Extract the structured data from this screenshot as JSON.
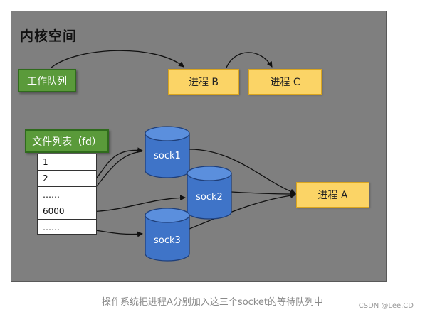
{
  "title": "内核空间",
  "work_queue": "工作队列",
  "processes": {
    "b": "进程 B",
    "c": "进程 C",
    "a": "进程 A"
  },
  "fd_list": {
    "header": "文件列表（fd）",
    "rows": [
      "1",
      "2",
      "……",
      "6000",
      "……"
    ]
  },
  "sockets": [
    "sock1",
    "sock2",
    "sock3"
  ],
  "caption": "操作系统把进程A分别加入这三个socket的等待队列中",
  "credit": "CSDN @Lee.CD",
  "colors": {
    "panel": "#7f7f7f",
    "green_box": "#5a9a3a",
    "yellow_box": "#fbd466",
    "socket": "#3f74c8"
  }
}
